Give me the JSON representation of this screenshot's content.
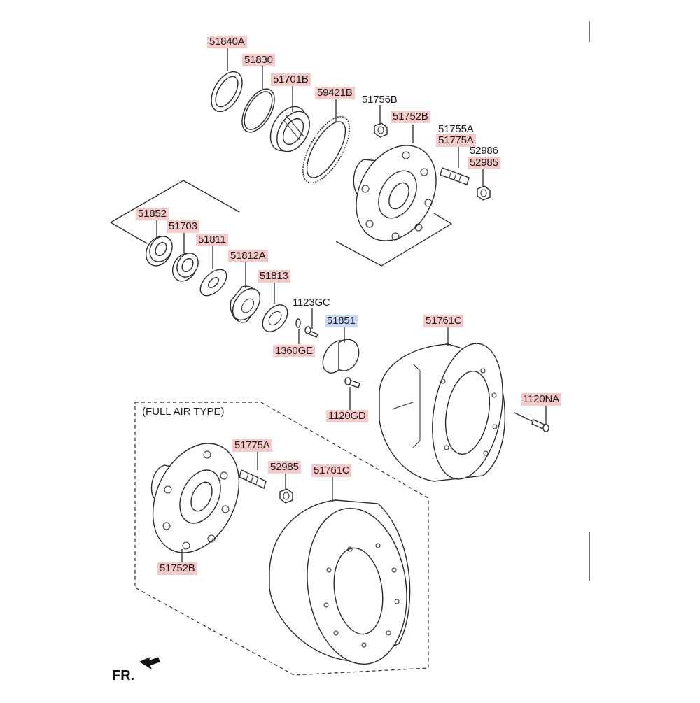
{
  "diagram": {
    "variant_note": "(FULL AIR TYPE)",
    "direction_label": "FR.",
    "highlight_color": "#f7caca",
    "selected_color": "#c6daf5",
    "part_labels": [
      {
        "id": "lbl-51840A",
        "text": "51840A",
        "style": "highlight"
      },
      {
        "id": "lbl-51830",
        "text": "51830",
        "style": "highlight"
      },
      {
        "id": "lbl-51701B",
        "text": "51701B",
        "style": "highlight"
      },
      {
        "id": "lbl-59421B",
        "text": "59421B",
        "style": "highlight"
      },
      {
        "id": "lbl-51756B",
        "text": "51756B",
        "style": "plain"
      },
      {
        "id": "lbl-51752B-top",
        "text": "51752B",
        "style": "highlight"
      },
      {
        "id": "lbl-51755A",
        "text": "51755A",
        "style": "plain"
      },
      {
        "id": "lbl-51775A-top",
        "text": "51775A",
        "style": "highlight"
      },
      {
        "id": "lbl-52986",
        "text": "52986",
        "style": "plain"
      },
      {
        "id": "lbl-52985-top",
        "text": "52985",
        "style": "highlight"
      },
      {
        "id": "lbl-51852",
        "text": "51852",
        "style": "highlight"
      },
      {
        "id": "lbl-51703",
        "text": "51703",
        "style": "highlight"
      },
      {
        "id": "lbl-51811",
        "text": "51811",
        "style": "highlight"
      },
      {
        "id": "lbl-51812A",
        "text": "51812A",
        "style": "highlight"
      },
      {
        "id": "lbl-51813",
        "text": "51813",
        "style": "highlight"
      },
      {
        "id": "lbl-1123GC",
        "text": "1123GC",
        "style": "plain"
      },
      {
        "id": "lbl-51851",
        "text": "51851",
        "style": "selected"
      },
      {
        "id": "lbl-1360GE",
        "text": "1360GE",
        "style": "highlight"
      },
      {
        "id": "lbl-51761C-top",
        "text": "51761C",
        "style": "highlight"
      },
      {
        "id": "lbl-1120NA",
        "text": "1120NA",
        "style": "highlight"
      },
      {
        "id": "lbl-1120GD",
        "text": "1120GD",
        "style": "highlight"
      },
      {
        "id": "lbl-51775A-bot",
        "text": "51775A",
        "style": "highlight"
      },
      {
        "id": "lbl-52985-bot",
        "text": "52985",
        "style": "highlight"
      },
      {
        "id": "lbl-51761C-bot",
        "text": "51761C",
        "style": "highlight"
      },
      {
        "id": "lbl-51752B-bot",
        "text": "51752B",
        "style": "highlight"
      }
    ]
  }
}
